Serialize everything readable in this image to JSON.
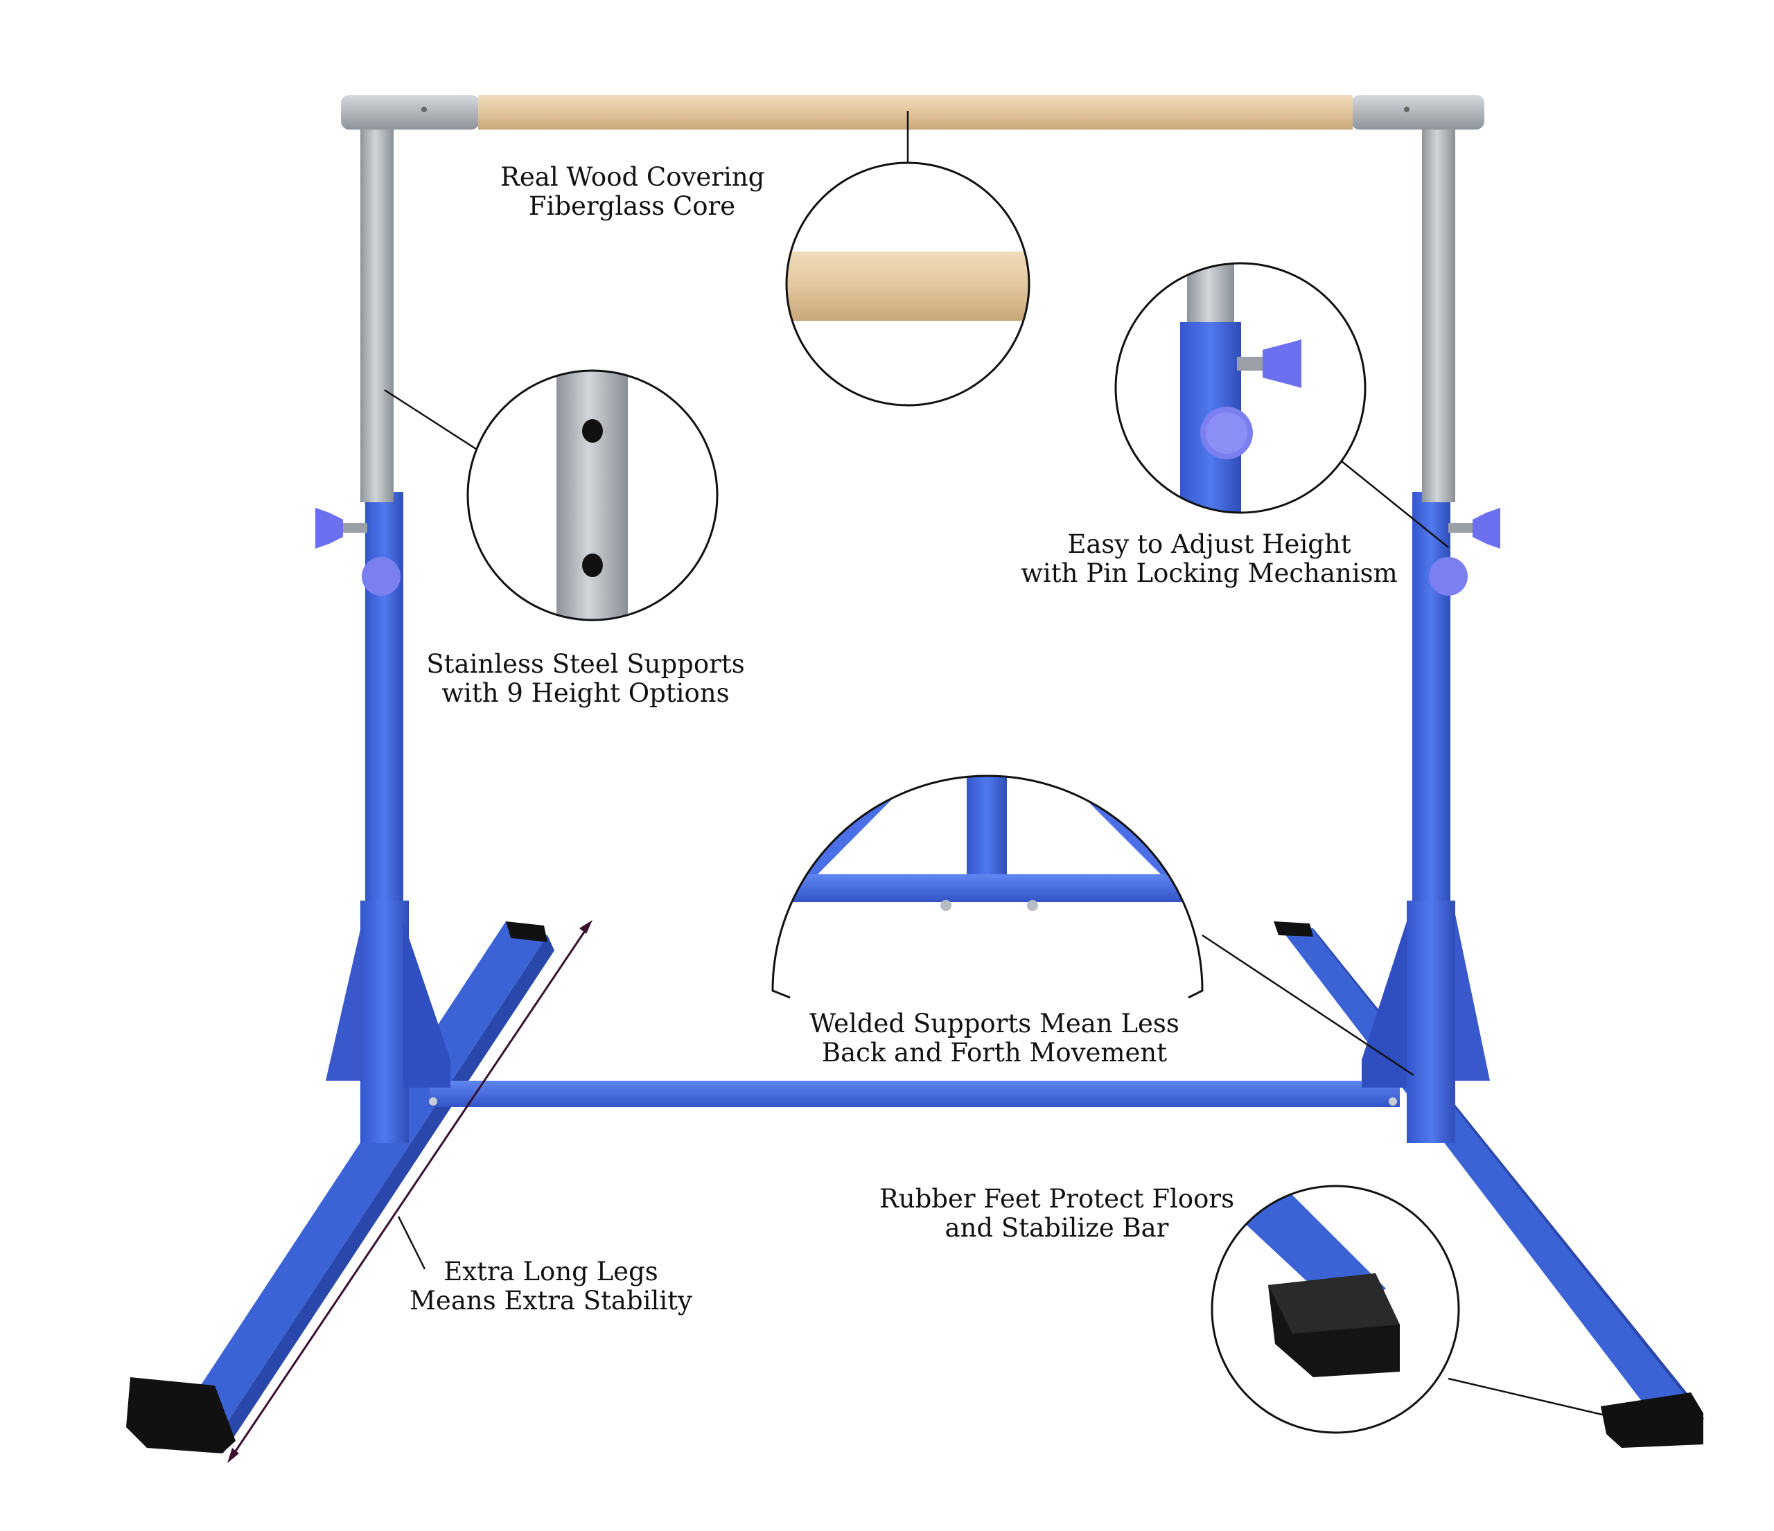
{
  "callouts": {
    "wood": {
      "line1": "Real Wood Covering",
      "line2": "Fiberglass Core"
    },
    "steel": {
      "line1": "Stainless Steel Supports",
      "line2": "with 9 Height Options"
    },
    "height": {
      "line1": "Easy to Adjust Height",
      "line2": "with Pin Locking Mechanism"
    },
    "welded": {
      "line1": "Welded Supports Mean Less",
      "line2": "Back and Forth Movement"
    },
    "feet": {
      "line1": "Rubber Feet Protect Floors",
      "line2": "and Stabilize Bar"
    },
    "legs": {
      "line1": "Extra Long Legs",
      "line2": "Means Extra Stability"
    }
  },
  "colors": {
    "frame_blue": "#4169e0",
    "frame_blue_dark": "#2f4fb8",
    "steel_gray": "#a9adb3",
    "wood": "#e2c8a0",
    "rubber": "#141414",
    "knob_purple": "#7b7ff0",
    "arrow": "#3a1030"
  }
}
